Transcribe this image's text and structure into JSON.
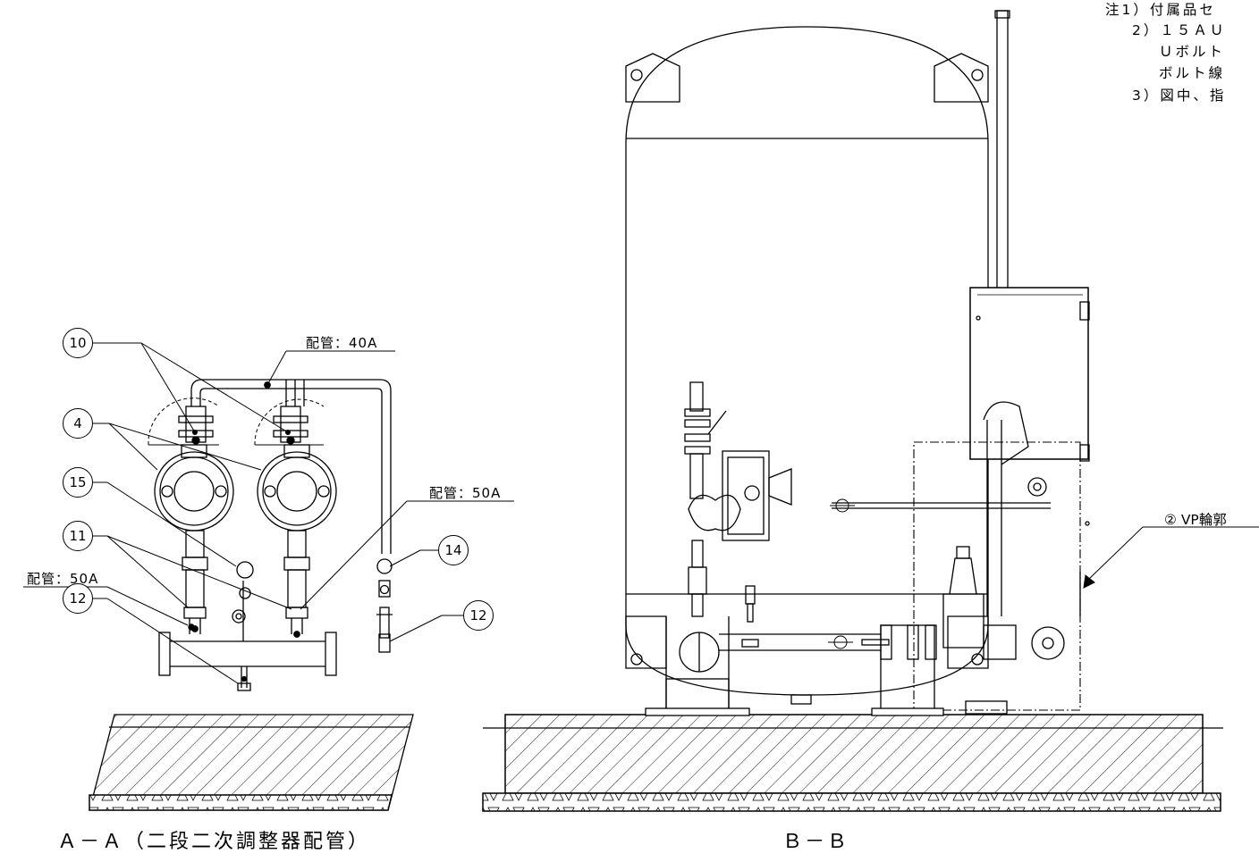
{
  "notes": [
    "注1）付属品セ",
    "2）１５ＡＵ",
    "Ｕボルト",
    "ボルト線",
    "3）図中、指"
  ],
  "callouts": {
    "c10": "10",
    "c4": "4",
    "c15": "15",
    "c11": "11",
    "c12_left": "12",
    "c14": "14",
    "c12_right": "12"
  },
  "pipe_labels": {
    "top": "配管：40A",
    "mid": "配管：50A",
    "left": "配管：50A"
  },
  "vp_label": "② VP輪郭",
  "titles": {
    "aa": "Ａ－Ａ（二段二次調整器配管）",
    "bb": "Ｂ－Ｂ"
  }
}
